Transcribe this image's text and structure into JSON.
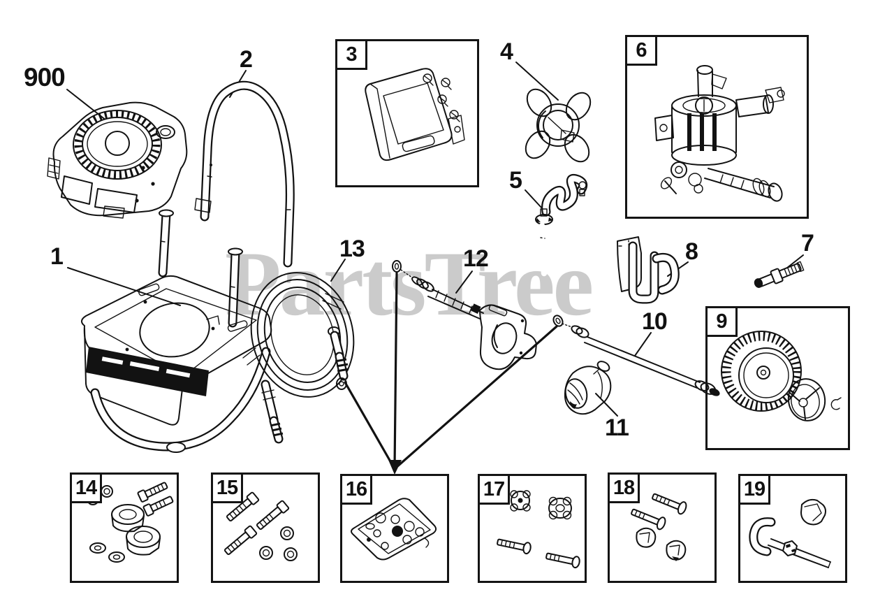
{
  "watermark": {
    "text": "PartsTree",
    "color": "#cbcbcb"
  },
  "colors": {
    "ink": "#121212",
    "background": "#ffffff"
  },
  "callouts": {
    "c900": "900",
    "c1": "1",
    "c2": "2",
    "c3": "3",
    "c4": "4",
    "c5": "5",
    "c6": "6",
    "c7": "7",
    "c8": "8",
    "c9": "9",
    "c10": "10",
    "c11": "11",
    "c12": "12",
    "c13": "13",
    "c14": "14",
    "c15": "15",
    "c16": "16",
    "c17": "17",
    "c18": "18",
    "c19": "19"
  }
}
